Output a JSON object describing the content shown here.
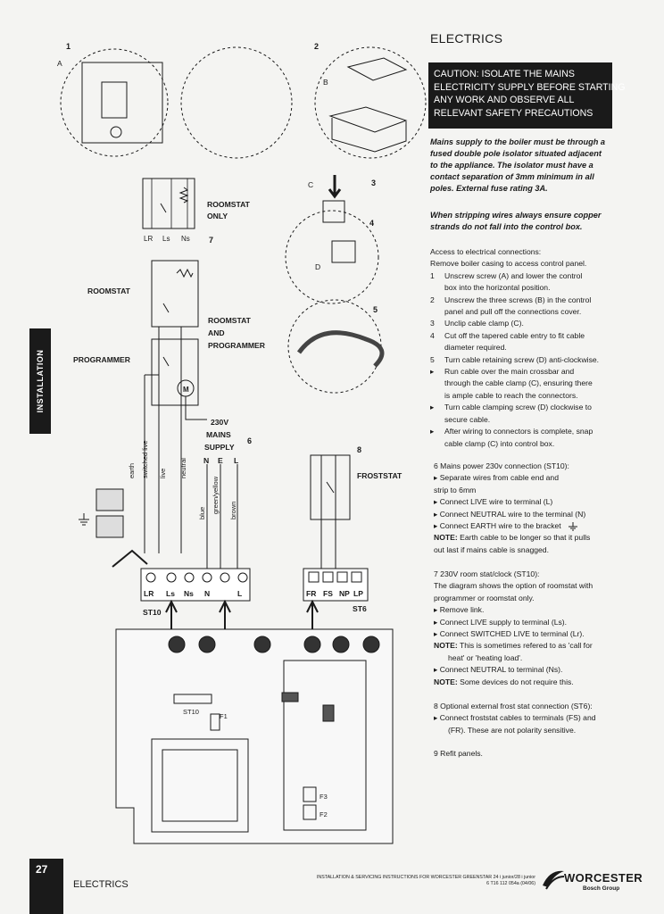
{
  "header": {
    "title": "ELECTRICS"
  },
  "caution": {
    "lines": [
      "CAUTION: ISOLATE THE MAINS",
      "ELECTRICITY SUPPLY BEFORE STARTING",
      "ANY WORK AND OBSERVE ALL",
      "RELEVANT SAFETY PRECAUTIONS"
    ]
  },
  "mains_supply": {
    "lines": [
      "Mains supply to the boiler must be through a",
      "fused double pole isolator situated adjacent",
      "to the appliance. The isolator must have a",
      "contact separation of 3mm minimum in all",
      "poles. External fuse rating 3A."
    ]
  },
  "stripping": {
    "lines": [
      "When stripping wires always ensure copper",
      "strands do not fall into the control box."
    ]
  },
  "access": {
    "heading": "Access to electrical connections:",
    "intro": "Remove boiler casing to access control panel.",
    "steps": [
      {
        "num": "1",
        "lines": [
          "Unscrew screw (A) and lower the control",
          "box into the horizontal position."
        ]
      },
      {
        "num": "2",
        "lines": [
          "Unscrew the three screws (B) in the control",
          "panel and pull off the connections cover."
        ]
      },
      {
        "num": "3",
        "lines": [
          "Unclip cable clamp (C)."
        ]
      },
      {
        "num": "4",
        "lines": [
          "Cut off the tapered cable entry to fit cable",
          "diameter required."
        ]
      },
      {
        "num": "5",
        "lines": [
          "Turn cable retaining screw (D) anti-clockwise."
        ]
      },
      {
        "num": "▸",
        "lines": [
          "Run cable over the main crossbar and",
          "through the cable clamp (C), ensuring there",
          "is ample cable to reach the connectors."
        ]
      },
      {
        "num": "▸",
        "lines": [
          "Turn cable clamping screw (D) clockwise to",
          "secure cable."
        ]
      },
      {
        "num": "▸",
        "lines": [
          "After wiring to connectors is complete, snap",
          "cable clamp (C) into control box."
        ]
      }
    ]
  },
  "section6": {
    "heading": "6  Mains power 230v connection (ST10):",
    "b1": "▸  Separate wires from cable end and",
    "b1b": "strip to 6mm",
    "b2": "▸  Connect LIVE wire to terminal (L)",
    "b3": "▸  Connect NEUTRAL wire to the terminal (N)",
    "b4": "▸  Connect EARTH wire to the bracket",
    "note_label": "NOTE:",
    "note": "Earth cable to be longer so that it pulls",
    "note2": "out last if mains cable is snagged."
  },
  "section7": {
    "heading": "7  230V room stat/clock (ST10):",
    "l1": "The diagram shows the option of roomstat with",
    "l2": "programmer or roomstat only.",
    "b1": "▸  Remove link.",
    "b2": "▸  Connect LIVE supply to terminal (Ls).",
    "b3": "▸  Connect SWITCHED LIVE to terminal (Lr).",
    "note_label": "NOTE:",
    "note": "This is sometimes refered to as 'call for",
    "note2": "heat' or 'heating load'.",
    "b4": "▸  Connect NEUTRAL to terminal (Ns).",
    "note3_label": "NOTE:",
    "note3": "Some devices do not require this."
  },
  "section8": {
    "l1": "8  Optional external frost stat connection (ST6):",
    "l2": "▸  Connect froststat cables to terminals (FS) and",
    "l3": "(FR). These are not polarity sensitive."
  },
  "section9": {
    "l1": "9  Refit panels."
  },
  "sidetab": {
    "label": "INSTALLATION"
  },
  "footer": {
    "page": "27",
    "title": "ELECTRICS",
    "ref1": "INSTALLATION & SERVICING INSTRUCTIONS FOR WORCESTER GREENSTAR 24 i junior/28 i junior",
    "ref2": "6 T16 112 054a (04/06)",
    "brand": "WORCESTER",
    "brand_sub": "Bosch Group"
  },
  "diagram": {
    "fig_numbers": [
      "1",
      "2",
      "3",
      "4",
      "5",
      "6",
      "7",
      "8"
    ],
    "letters": {
      "A": "A",
      "B": "B",
      "C": "C",
      "D": "D"
    },
    "roomstat_only": [
      "ROOMSTAT",
      "ONLY"
    ],
    "roomstat_only_terms": [
      "LR",
      "Ls",
      "Ns"
    ],
    "roomstat": "ROOMSTAT",
    "programmer": "PROGRAMMER",
    "roomstat_and_programmer": [
      "ROOMSTAT",
      "AND",
      "PROGRAMMER"
    ],
    "mains": [
      "230V",
      "MAINS",
      "SUPPLY"
    ],
    "nel": [
      "N",
      "E",
      "L"
    ],
    "froststat": "FROSTSTAT",
    "wires": [
      "earth",
      "switched live",
      "live",
      "neutral",
      "green/yellow",
      "blue",
      "brown"
    ],
    "st10_terms": [
      "LR",
      "Ls",
      "Ns",
      "N",
      "L"
    ],
    "st6_terms": [
      "FR",
      "FS",
      "NP",
      "LP"
    ],
    "st10": "ST10",
    "st6": "ST6",
    "motor": "M",
    "pcb_labels": [
      "ST10",
      "F1",
      "F3",
      "F2"
    ]
  }
}
